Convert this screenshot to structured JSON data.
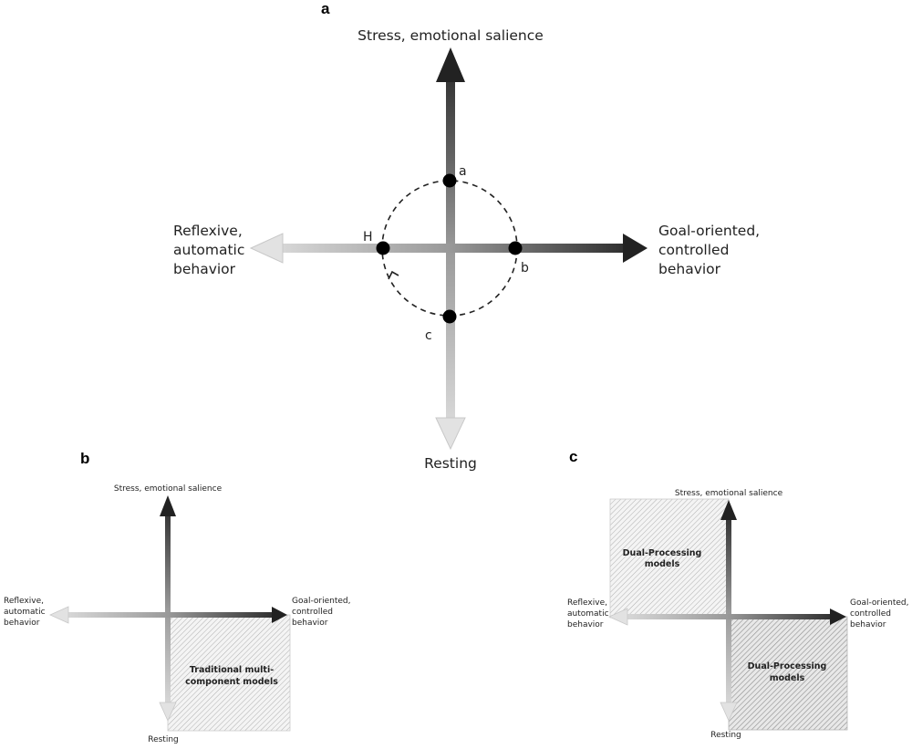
{
  "panel_a": {
    "letter": "a",
    "top": "Stress, emotional salience",
    "bottom": "Resting",
    "left_l1": "Reflexive,",
    "left_l2": "automatic",
    "left_l3": "behavior",
    "right_l1": "Goal-oriented,",
    "right_l2": "controlled",
    "right_l3": "behavior",
    "point_a": "a",
    "point_b": "b",
    "point_c": "c",
    "point_h": "H"
  },
  "panel_b": {
    "letter": "b",
    "top": "Stress, emotional salience",
    "bottom": "Resting",
    "left_l1": "Reflexive,",
    "left_l2": "automatic",
    "left_l3": "behavior",
    "right_l1": "Goal-oriented,",
    "right_l2": "controlled",
    "right_l3": "behavior",
    "box_l1": "Traditional multi-",
    "box_l2": "component models"
  },
  "panel_c": {
    "letter": "c",
    "top": "Stress, emotional salience",
    "bottom": "Resting",
    "left_l1": "Reflexive,",
    "left_l2": "automatic",
    "left_l3": "behavior",
    "right_l1": "Goal-oriented,",
    "right_l2": "controlled",
    "right_l3": "behavior",
    "box1_l1": "Dual-Processing",
    "box1_l2": "models",
    "box2_l1": "Dual-Processing",
    "box2_l2": "models"
  },
  "colors": {
    "dark": "#222222",
    "light": "#dddddd",
    "hatch_bg": "#f2f2f2",
    "hatch_line": "#aaaaaa"
  }
}
